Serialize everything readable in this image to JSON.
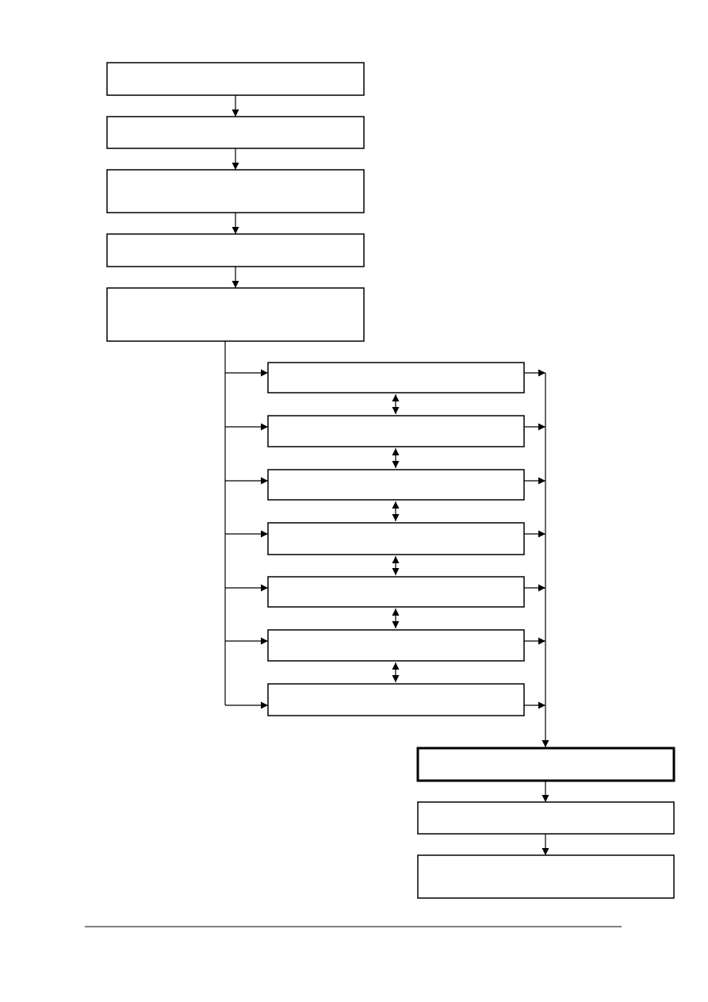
{
  "diagram": {
    "top_chain": [
      {
        "id": "t1",
        "label": ""
      },
      {
        "id": "t2",
        "label": ""
      },
      {
        "id": "t3",
        "label": ""
      },
      {
        "id": "t4",
        "label": ""
      },
      {
        "id": "t5",
        "label": ""
      }
    ],
    "parallel_steps": [
      {
        "id": "p1",
        "label": ""
      },
      {
        "id": "p2",
        "label": ""
      },
      {
        "id": "p3",
        "label": ""
      },
      {
        "id": "p4",
        "label": ""
      },
      {
        "id": "p5",
        "label": ""
      },
      {
        "id": "p6",
        "label": ""
      },
      {
        "id": "p7",
        "label": ""
      }
    ],
    "bottom_chain": [
      {
        "id": "b1",
        "label": "",
        "emphasized": true
      },
      {
        "id": "b2",
        "label": ""
      },
      {
        "id": "b3",
        "label": ""
      }
    ],
    "colors": {
      "stroke": "#000000",
      "fill": "#ffffff"
    }
  }
}
